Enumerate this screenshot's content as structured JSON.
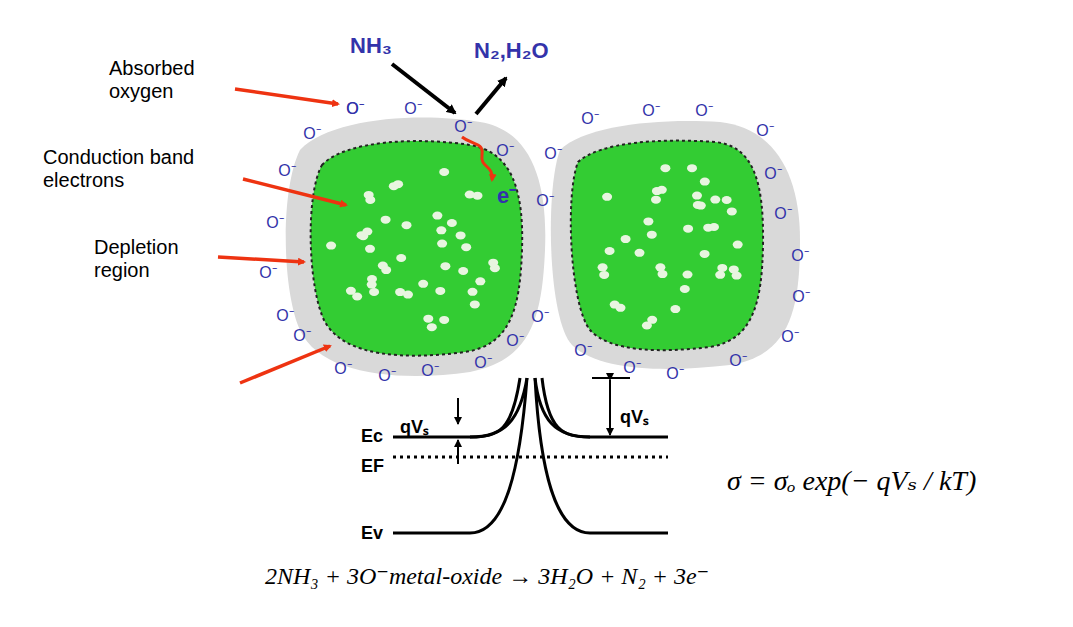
{
  "diagram": {
    "labels": [
      "Absorbed oxygen",
      "Conduction band electrons",
      "Depletion region",
      "NH₃",
      "N₂,H₂O",
      "e⁻",
      "qVₛ",
      "qVₛ",
      "Ec",
      "EF",
      "Ev",
      "σ = σₒ exp(− qVₛ / kT)",
      "2NH₃ + 3O⁻metal-oxide → 3H₂O + N₂ + 3e⁻",
      "O⁻",
      "O⁻",
      "O⁻",
      "O⁻",
      "O⁻",
      "O⁻",
      "O⁻",
      "O⁻",
      "O⁻",
      "O⁻",
      "O⁻",
      "O⁻",
      "O⁻",
      "O⁻",
      "O⁻",
      "O⁻",
      "O⁻",
      "O⁻",
      "O⁻",
      "O⁻",
      "O⁻",
      "O⁻",
      "O⁻",
      "O⁻",
      "O⁻",
      "O⁻",
      "O⁻",
      "O⁻",
      "O⁻",
      "O⁻",
      "O⁻",
      "O⁻"
    ]
  }
}
